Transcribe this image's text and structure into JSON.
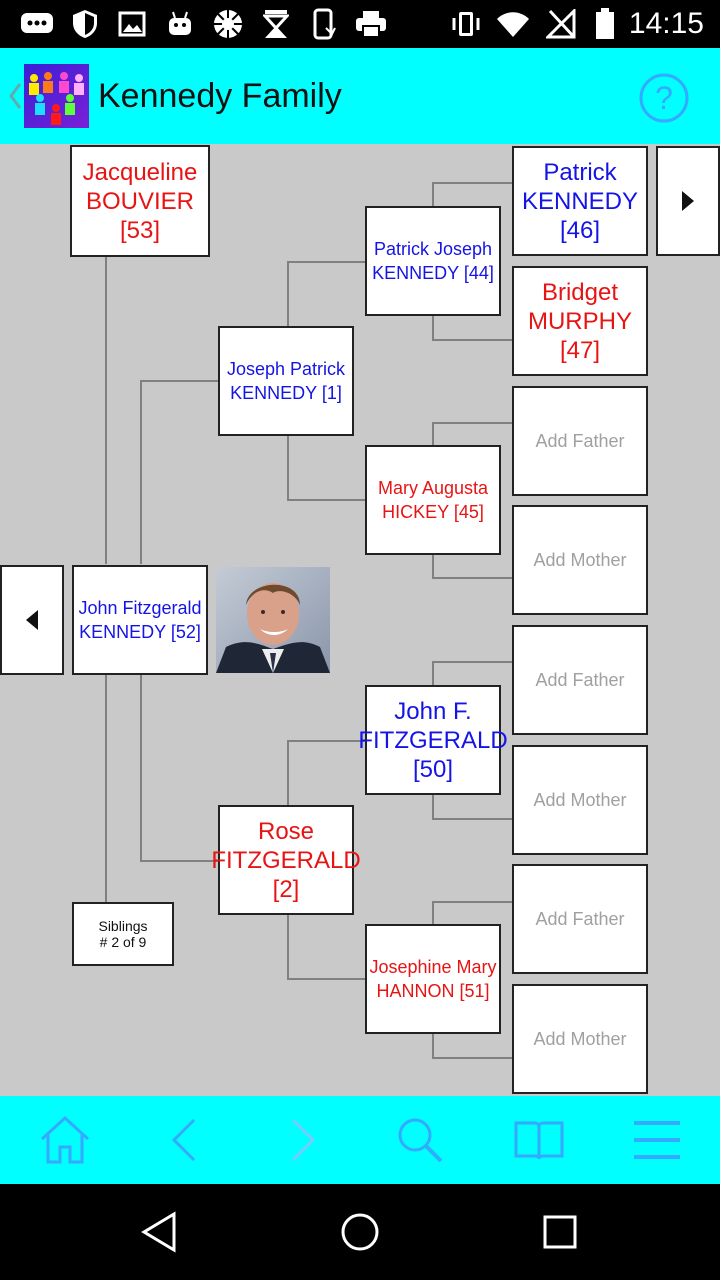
{
  "status_bar": {
    "time": "14:15",
    "icons": [
      "messages-icon",
      "shield-icon",
      "image-icon",
      "android-icon",
      "aperture-icon",
      "download-icon",
      "phone-icon",
      "print-icon",
      "vibrate-icon",
      "wifi-icon",
      "no-signal-icon",
      "battery-icon"
    ]
  },
  "app_bar": {
    "title": "Kennedy Family",
    "icons": [
      "back-chevron-icon",
      "family-logo-icon",
      "help-icon"
    ]
  },
  "tree": {
    "root": {
      "name": "John Fitzgerald KENNEDY [52]",
      "gender": "male"
    },
    "spouse": {
      "name": "Jacqueline BOUVIER [53]",
      "gender": "female"
    },
    "siblings": {
      "line1": "Siblings",
      "line2": "# 2 of 9"
    },
    "father": {
      "name": "Joseph Patrick KENNEDY [1]",
      "gender": "male"
    },
    "mother": {
      "name": "Rose FITZGERALD [2]",
      "gender": "female"
    },
    "paternal_grandfather": {
      "name": "Patrick Joseph KENNEDY [44]",
      "gender": "male"
    },
    "paternal_grandmother": {
      "name": "Mary Augusta HICKEY [45]",
      "gender": "female"
    },
    "maternal_grandfather": {
      "name": "John F. FITZGERALD [50]",
      "gender": "male"
    },
    "maternal_grandmother": {
      "name": "Josephine Mary HANNON [51]",
      "gender": "female"
    },
    "gg1": {
      "name": "Patrick KENNEDY [46]",
      "gender": "male"
    },
    "gg2": {
      "name": "Bridget MURPHY [47]",
      "gender": "female"
    },
    "gg3": {
      "label": "Add Father"
    },
    "gg4": {
      "label": "Add Mother"
    },
    "gg5": {
      "label": "Add Father"
    },
    "gg6": {
      "label": "Add Mother"
    },
    "gg7": {
      "label": "Add Father"
    },
    "gg8": {
      "label": "Add Mother"
    },
    "line_color": "#808080"
  },
  "bottom_toolbar": {
    "icons": [
      "home-icon",
      "back-arrow-icon",
      "forward-arrow-icon",
      "search-icon",
      "book-icon",
      "menu-icon"
    ]
  },
  "colors": {
    "accent": "#00ffff",
    "male": "#1414e6",
    "female": "#e81414",
    "icon": "#33aaff"
  }
}
